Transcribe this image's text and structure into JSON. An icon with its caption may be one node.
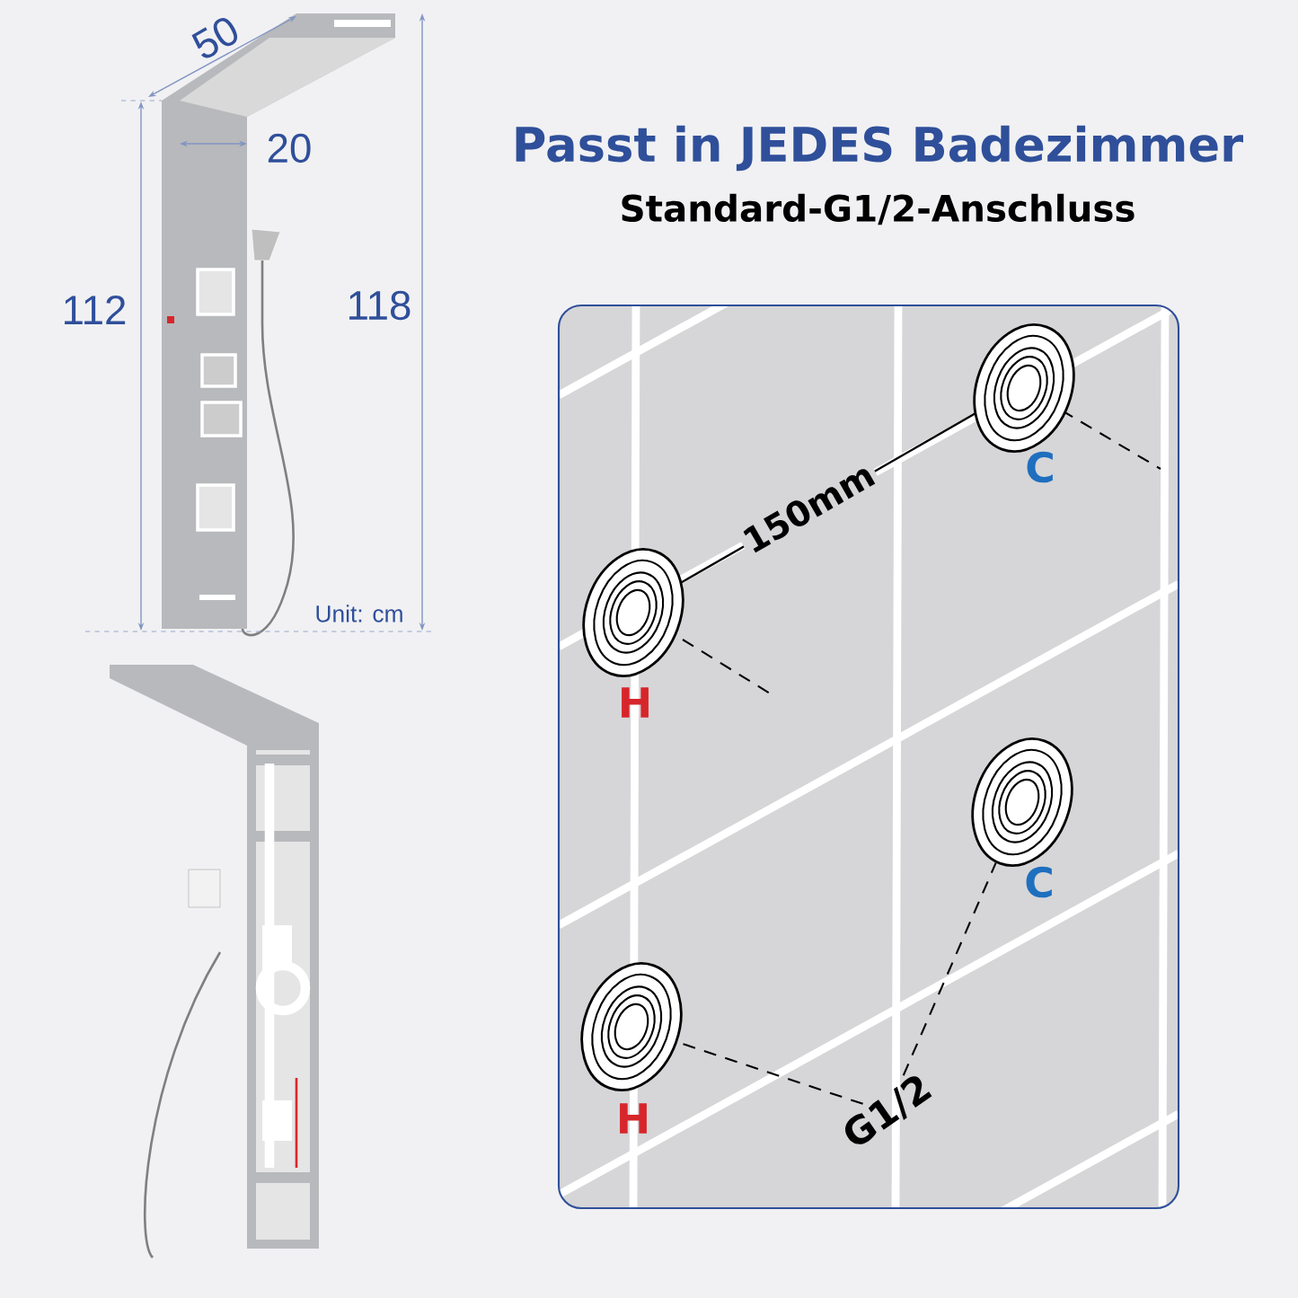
{
  "diagram": {
    "title": "Passt in JEDES Badezimmer",
    "nodes": [
      {
        "text": [],
        "shape": "circle",
        "beside": [
          "C"
        ]
      },
      {
        "text": [],
        "shape": "circle",
        "beside": [
          "H"
        ]
      },
      {
        "text": [],
        "shape": "circle",
        "beside": [
          "C"
        ]
      },
      {
        "text": [],
        "shape": "circle",
        "beside": [
          "H"
        ]
      },
      {
        "text": [
          "G1/2"
        ]
      }
    ],
    "edges": [
      {
        "from": 4,
        "to": 3,
        "arrow": "none",
        "style": "dashed"
      },
      {
        "from": 4,
        "to": 2,
        "arrow": "none",
        "style": "dashed"
      }
    ],
    "labels": [
      "Standard-G1/2-Anschluss",
      "50",
      "20",
      "112",
      "118",
      "Unit: cm",
      "150mm"
    ]
  }
}
